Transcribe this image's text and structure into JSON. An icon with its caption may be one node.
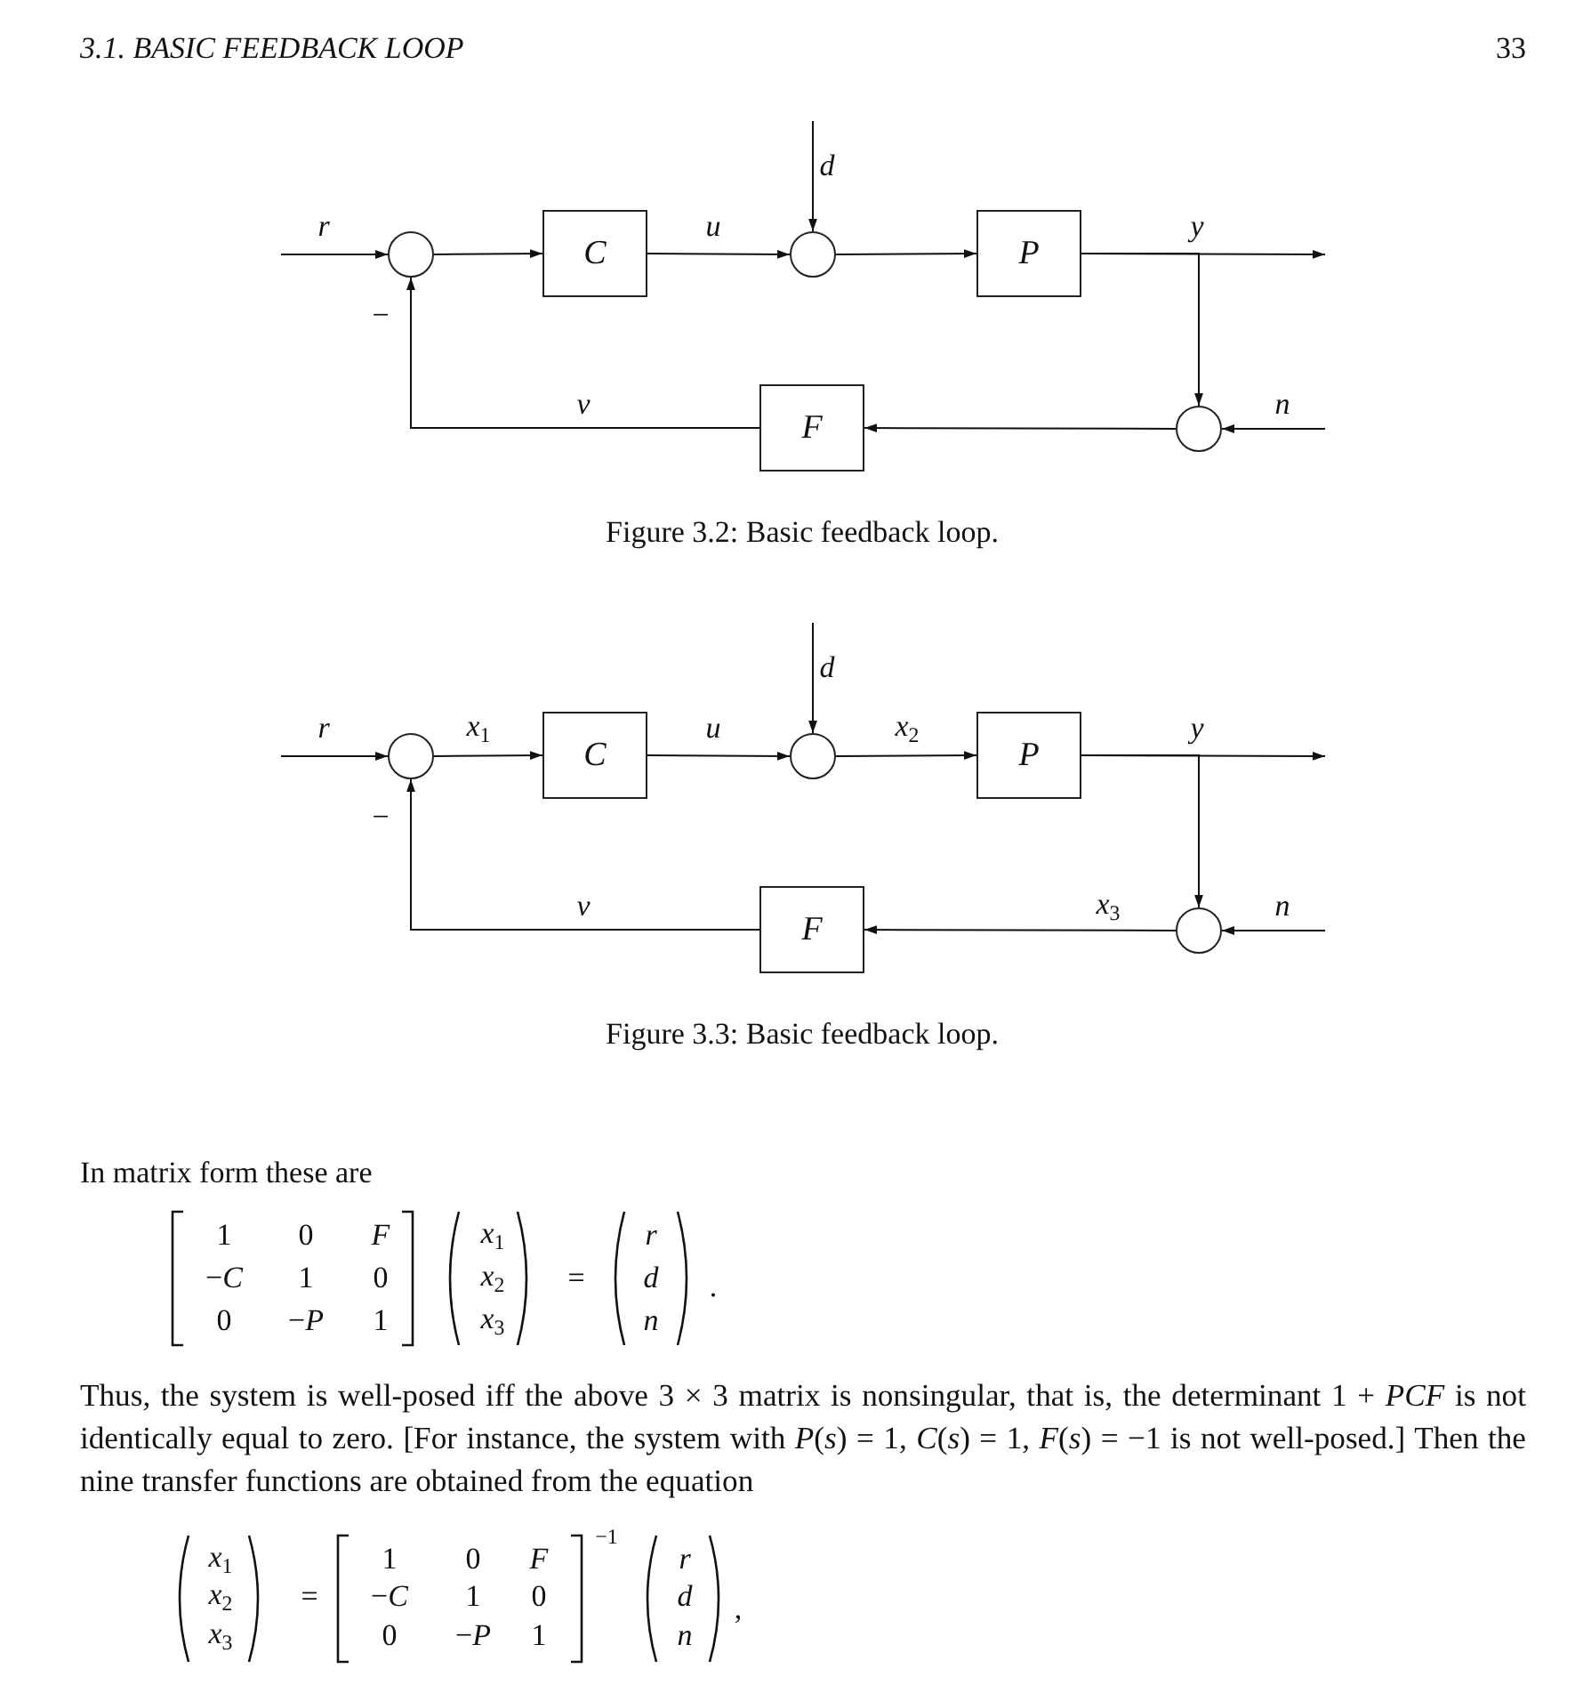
{
  "diagram": {
    "title": "3.1. BASIC FEEDBACK LOOP",
    "nodes": [
      {
        "text": [],
        "shape": "circle",
        "beside": [
          "−"
        ]
      },
      {
        "text": [
          "C"
        ]
      },
      {
        "text": [],
        "shape": "circle"
      },
      {
        "text": [
          "P"
        ]
      },
      {
        "text": [],
        "shape": "circle"
      },
      {
        "text": [
          "F"
        ]
      },
      {
        "text": [],
        "shape": "circle",
        "beside": [
          "−"
        ]
      },
      {
        "text": [
          "C"
        ]
      },
      {
        "text": [],
        "shape": "circle"
      },
      {
        "text": [
          "P"
        ]
      },
      {
        "text": [],
        "shape": "circle"
      },
      {
        "text": [
          "F"
        ]
      }
    ],
    "edges": [
      {
        "from": null,
        "to": 0,
        "arrow": "to",
        "label": "r"
      },
      {
        "from": 0,
        "to": 1,
        "arrow": "to"
      },
      {
        "from": 1,
        "to": 2,
        "arrow": "to",
        "label": "u"
      },
      {
        "from": null,
        "to": 2,
        "arrow": "to",
        "label": "d"
      },
      {
        "from": 2,
        "to": 3,
        "arrow": "to"
      },
      {
        "from": 3,
        "to": null,
        "arrow": "to",
        "label": "y"
      },
      {
        "from": 3,
        "to": 4,
        "arrow": "to"
      },
      {
        "from": null,
        "to": 4,
        "arrow": "to",
        "label": "n"
      },
      {
        "from": 4,
        "to": 5,
        "arrow": "to"
      },
      {
        "from": 5,
        "to": 0,
        "arrow": "to",
        "label": "v"
      },
      {
        "from": null,
        "to": 6,
        "arrow": "to",
        "label": "r"
      },
      {
        "from": 6,
        "to": 7,
        "arrow": "to",
        "label": "*x*$_{1}$"
      },
      {
        "from": 7,
        "to": 8,
        "arrow": "to",
        "label": "u"
      },
      {
        "from": null,
        "to": 8,
        "arrow": "to",
        "label": "d"
      },
      {
        "from": 8,
        "to": 9,
        "arrow": "to",
        "label": "*x*$_{2}$"
      },
      {
        "from": 9,
        "to": null,
        "arrow": "to",
        "label": "y"
      },
      {
        "from": 9,
        "to": 10,
        "arrow": "to"
      },
      {
        "from": null,
        "to": 10,
        "arrow": "to",
        "label": "n"
      },
      {
        "from": 10,
        "to": 11,
        "arrow": "to",
        "label": "*x*$_{3}$"
      },
      {
        "from": 11,
        "to": 6,
        "arrow": "to",
        "label": "v"
      }
    ],
    "labels": [
      "33",
      "Figure 3.2: Basic feedback loop.",
      "Figure 3.3: Basic feedback loop.",
      "In matrix form these are",
      "1",
      "0",
      "F",
      "−*C*",
      "1",
      "0",
      "0",
      "−*P*",
      "1",
      "*x*$_{1}$",
      "*x*$_{2}$",
      "*x*$_{3}$",
      "=",
      "r",
      "d",
      "n",
      ".",
      "Thus, the system is well-posed iff the above 3 × 3 matrix is nonsingular, that is, the determinant 1 + *PCF* is not identically equal to zero. [For instance, the system with *P*(*s*) = 1, *C*(*s*) = 1, *F*(*s*) = −1 is not well-posed.] Then the nine transfer functions are obtained from the equation",
      "*x*$_{1}$",
      "*x*$_{2}$",
      "*x*$_{3}$",
      "=",
      "1",
      "0",
      "F",
      "−*C*",
      "1",
      "0",
      "0",
      "−*P*",
      "1",
      "−1",
      "r",
      "d",
      "n",
      ","
    ]
  }
}
